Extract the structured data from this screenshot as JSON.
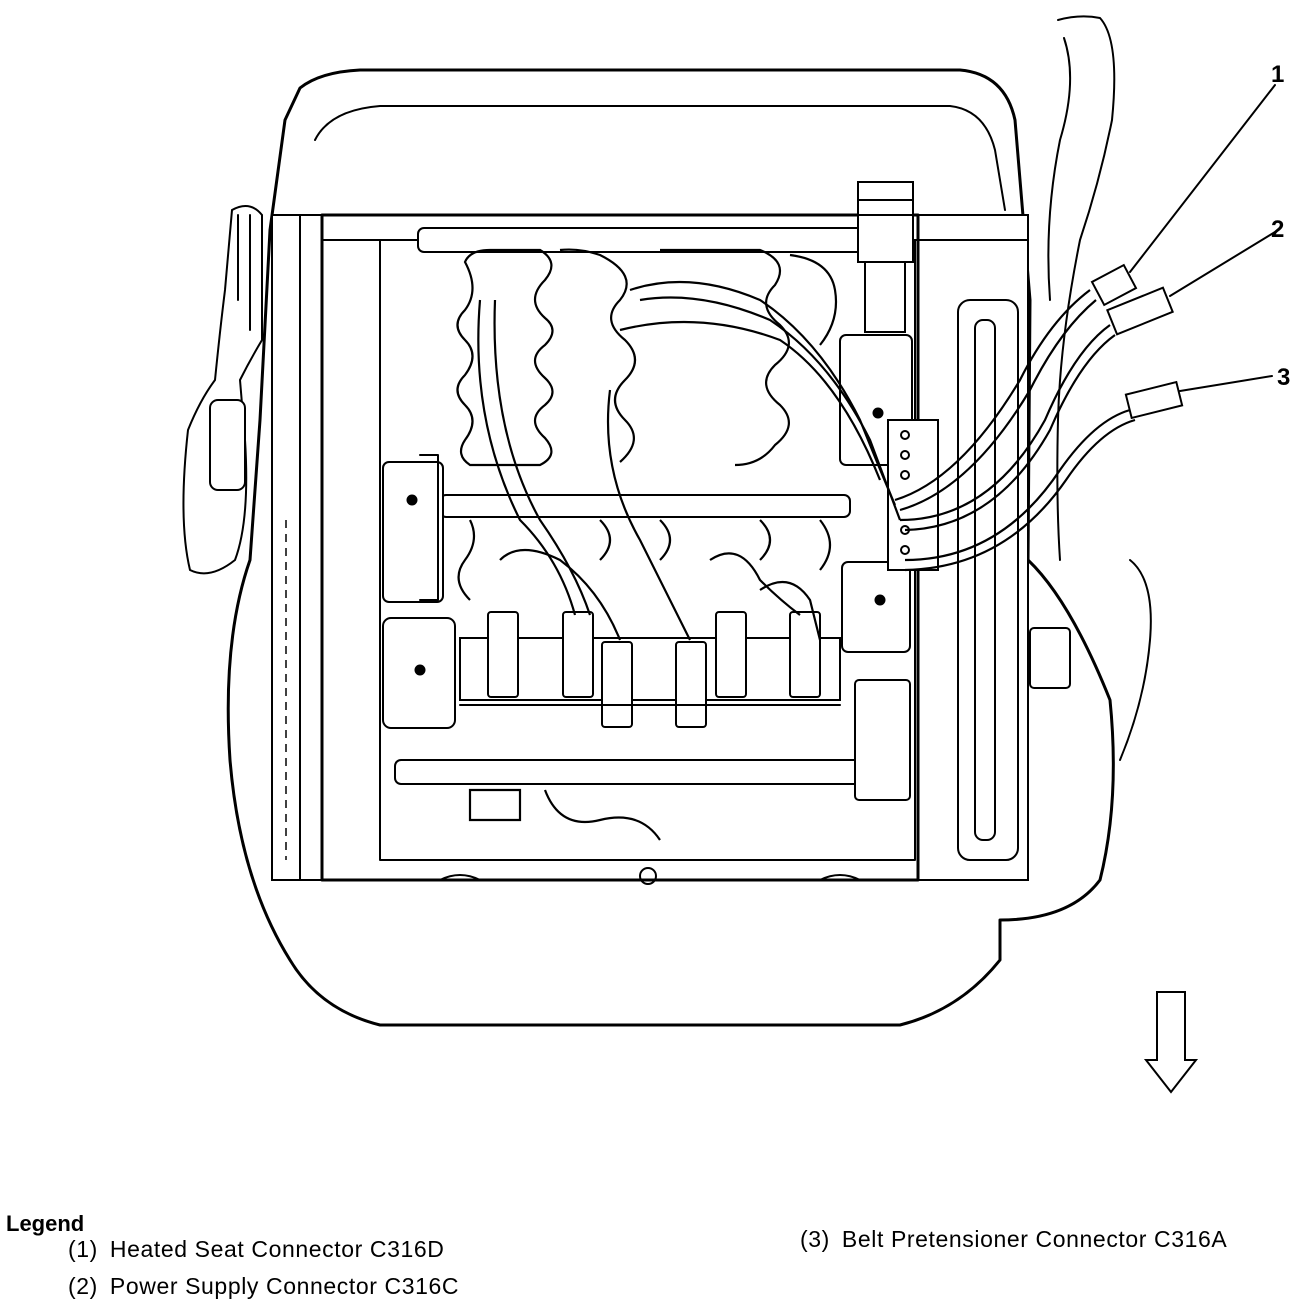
{
  "callouts": [
    "1",
    "2",
    "3"
  ],
  "legend": {
    "title": "Legend",
    "items": [
      {
        "number": "(1)",
        "label": "Heated Seat Connector C316D"
      },
      {
        "number": "(2)",
        "label": "Power Supply Connector C316C"
      },
      {
        "number": "(3)",
        "label": "Belt Pretensioner Connector C316A"
      }
    ]
  },
  "icons": {
    "direction_arrow": "down-arrow-icon"
  }
}
